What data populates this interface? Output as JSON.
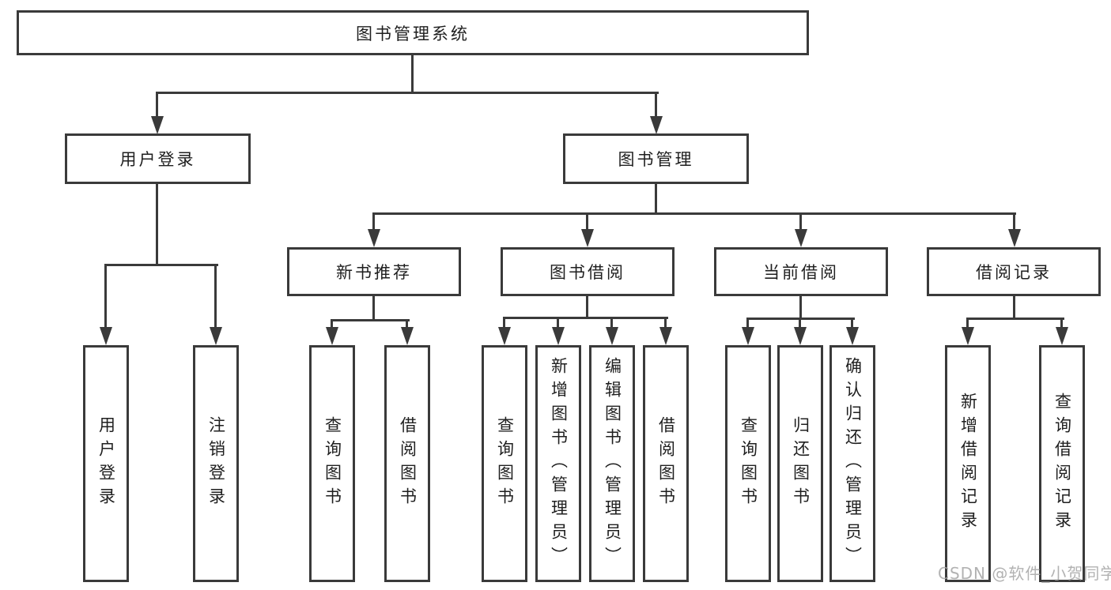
{
  "colors": {
    "line": "#3a3a3a",
    "text": "#1f1f1f",
    "box_background": "#ffffff",
    "page_background": "#ffffff",
    "watermark": "#a5a5a5"
  },
  "watermark": "CSDN @软件_小贺同学",
  "tree": {
    "root": "图书管理系统",
    "branches": [
      {
        "label": "用户登录",
        "leaves": [
          "用户登录",
          "注销登录"
        ]
      },
      {
        "label": "图书管理",
        "groups": [
          {
            "label": "新书推荐",
            "leaves": [
              "查询图书",
              "借阅图书"
            ]
          },
          {
            "label": "图书借阅",
            "leaves": [
              "查询图书",
              "新增图书（管理员）",
              "编辑图书（管理员）",
              "借阅图书"
            ]
          },
          {
            "label": "当前借阅",
            "leaves": [
              "查询图书",
              "归还图书",
              "确认归还（管理员）"
            ]
          },
          {
            "label": "借阅记录",
            "leaves": [
              "新增借阅记录",
              "查询借阅记录"
            ]
          }
        ]
      }
    ]
  }
}
